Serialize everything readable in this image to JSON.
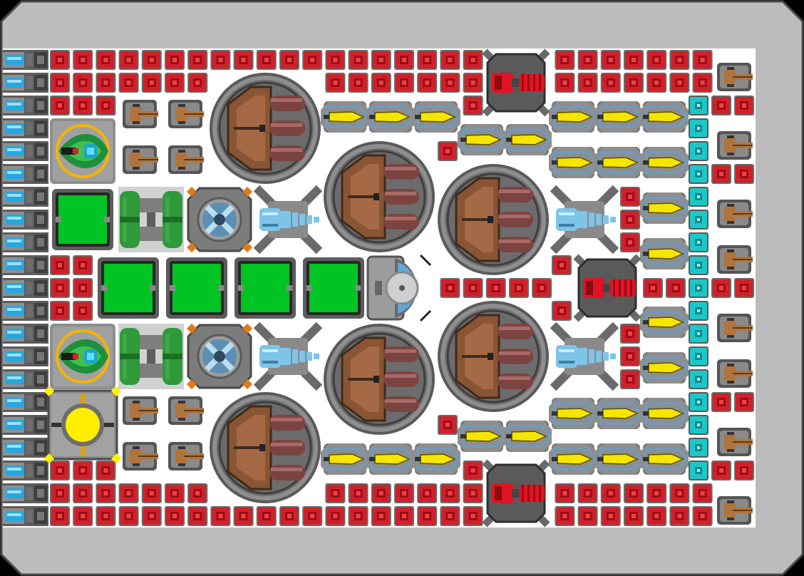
{
  "meta": {
    "title": ""
  },
  "colors": {
    "frame": "#bcbcbc",
    "frame_edge": "#4a4a4a",
    "deck": "#ffffff",
    "armor": "#d0202a",
    "armor_core": "#9c0e16",
    "armor_rim": "#6a6a6a",
    "cyan_block": "#1fc6c6",
    "thruster_flame": "#26a7e0",
    "hull_gray": "#7b7b7b",
    "hull_dark": "#4e4e4e",
    "reactor_green": "#00c424",
    "reactor_green_dark": "#1c7d22",
    "copper": "#b0753e",
    "turret_brown": "#8a5535",
    "barrel": "#7c4440",
    "missile_yellow": "#f5e500",
    "missile_blue": "#6c9cc4",
    "ice_blue": "#7ec4e8",
    "core_yellow": "#ffee00"
  },
  "components": {
    "frame": "gray-octagon-frame",
    "thrusters": "blue-thruster-column",
    "armor": "red-armor-block",
    "shield": "cyan-shield-block",
    "cannon": "copper-cannon-turret",
    "battery": "green-power-cell",
    "reactor": "green-reactor-core",
    "tank": "green-fuel-tank",
    "gyro": "gyroscope-module",
    "laser": "ice-beam-turret",
    "heavy_turret": "large-brown-turret",
    "missile": "yellow-missile-pod",
    "red_laser": "red-laser-turret",
    "bridge": "cockpit-dome",
    "core": "yellow-command-core"
  }
}
